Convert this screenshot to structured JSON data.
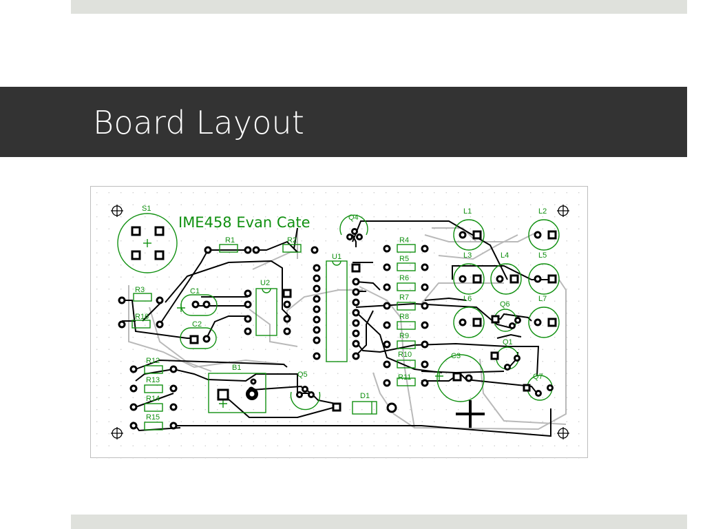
{
  "slide": {
    "title": "Board Layout"
  },
  "board": {
    "silkscreen_text": "IME458 Evan Cate",
    "colors": {
      "trace": "#000000",
      "silkscreen": "#109010",
      "outline": "#bbbbbb",
      "title_bar": "#333333",
      "band": "#dfe1dc"
    },
    "labels": {
      "S1": "S1",
      "R1": "R1",
      "R2": "R2",
      "R3": "R3",
      "R4": "R4",
      "R5": "R5",
      "R6": "R6",
      "R7": "R7",
      "R8": "R8",
      "R9": "R9",
      "R10": "R10",
      "R11": "R11",
      "R12": "R12",
      "R13": "R13",
      "R14": "R14",
      "R15": "R15",
      "R16": "R16",
      "U1": "U1",
      "U2": "U2",
      "C1": "C1",
      "C2": "C2",
      "C3": "C3",
      "Q1": "Q1",
      "Q4": "Q4",
      "Q5": "Q5",
      "Q6": "Q6",
      "Q7": "Q7",
      "B1": "B1",
      "D1": "D1",
      "L1": "L1",
      "L2": "L2",
      "L3": "L3",
      "L4": "L4",
      "L5": "L5",
      "L6": "L6",
      "L7": "L7"
    }
  }
}
